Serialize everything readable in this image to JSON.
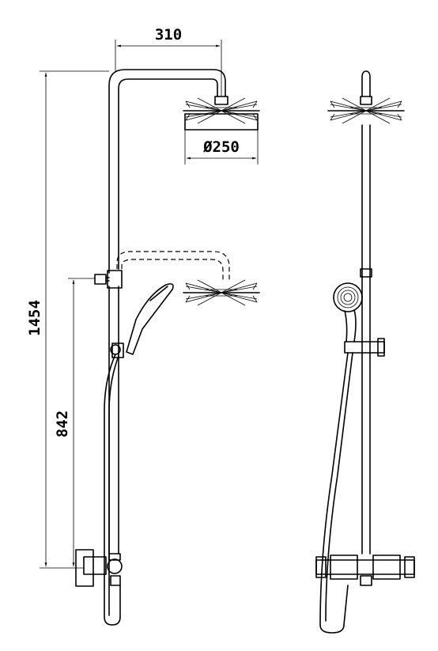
{
  "dimensions": {
    "arm_reach": "310",
    "head_diameter": "Ø250",
    "total_height": "1454",
    "handset_height": "842"
  }
}
